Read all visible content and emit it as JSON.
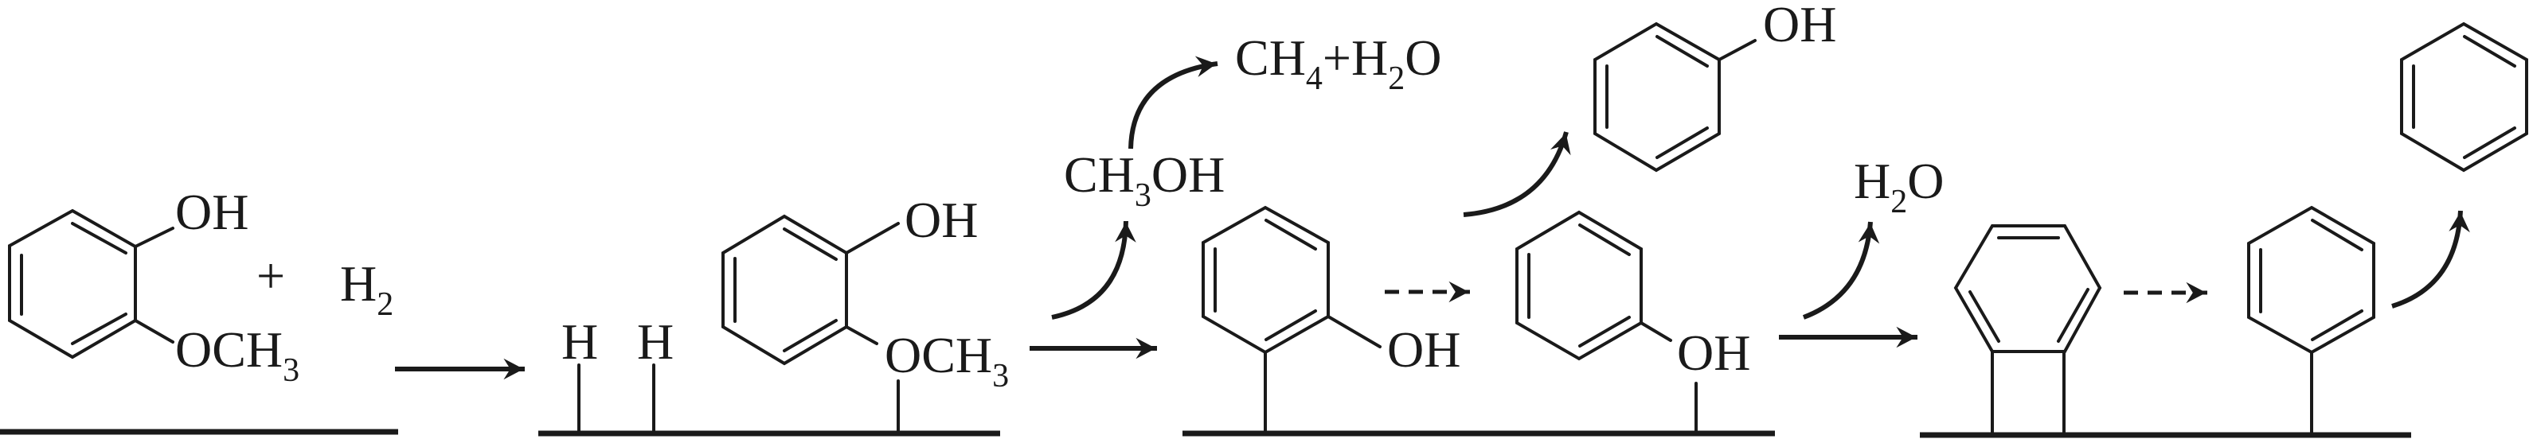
{
  "title": "Guaiacol hydrodeoxygenation pathway on catalyst surface",
  "labels": {
    "oh": "OH",
    "och": "OCH",
    "three": "3",
    "plus": "+",
    "h": "H",
    "two": "2",
    "four": "4",
    "ch": "CH",
    "o": "O",
    "plus_h": "+H"
  },
  "colors": {
    "ink": "#1a1a1a",
    "background": "#ffffff"
  }
}
